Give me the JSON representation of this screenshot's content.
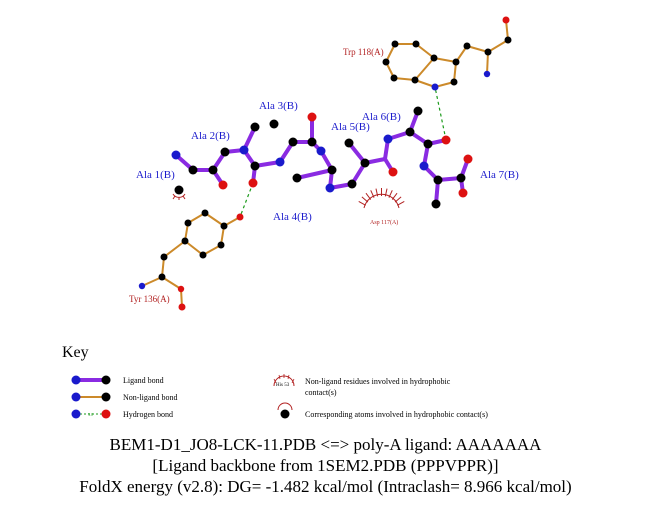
{
  "colors": {
    "ligand_bond": "#8a2be2",
    "nonligand_bond": "#cc8a2a",
    "hbond": "#1a9a1a",
    "carbon": "#000000",
    "nitrogen": "#1a1acc",
    "oxygen": "#dd1111",
    "residue_label": "#b22222",
    "ligand_label": "#1a1acc"
  },
  "ligand_residues": [
    "Ala 1(B)",
    "Ala 2(B)",
    "Ala 3(B)",
    "Ala 4(B)",
    "Ala 5(B)",
    "Ala 6(B)",
    "Ala 7(B)"
  ],
  "protein_residues": [
    "Trp 118(A)",
    "Tyr 136(A)"
  ],
  "hydrophobic_residue": "Asp 117(A)",
  "key": {
    "title": "Key",
    "items": [
      {
        "label": "Ligand bond"
      },
      {
        "label": "Non-ligand bond"
      },
      {
        "label": "Hydrogen bond",
        "inline": "3.0"
      },
      {
        "label": "Non-ligand residues involved in hydrophobic",
        "label2": "contact(s)",
        "sample": "His 53"
      },
      {
        "label": "Corresponding atoms involved in hydrophobic contact(s)"
      }
    ]
  },
  "caption": {
    "line1": "BEM1-D1_JO8-LCK-11.PDB <=> poly-A ligand: AAAAAAA",
    "line2": "[Ligand backbone from 1SEM2.PDB (PPPVPPR)]",
    "line3": "FoldX energy (v2.8): DG= -1.482 kcal/mol (Intraclash= 8.966 kcal/mol)"
  }
}
